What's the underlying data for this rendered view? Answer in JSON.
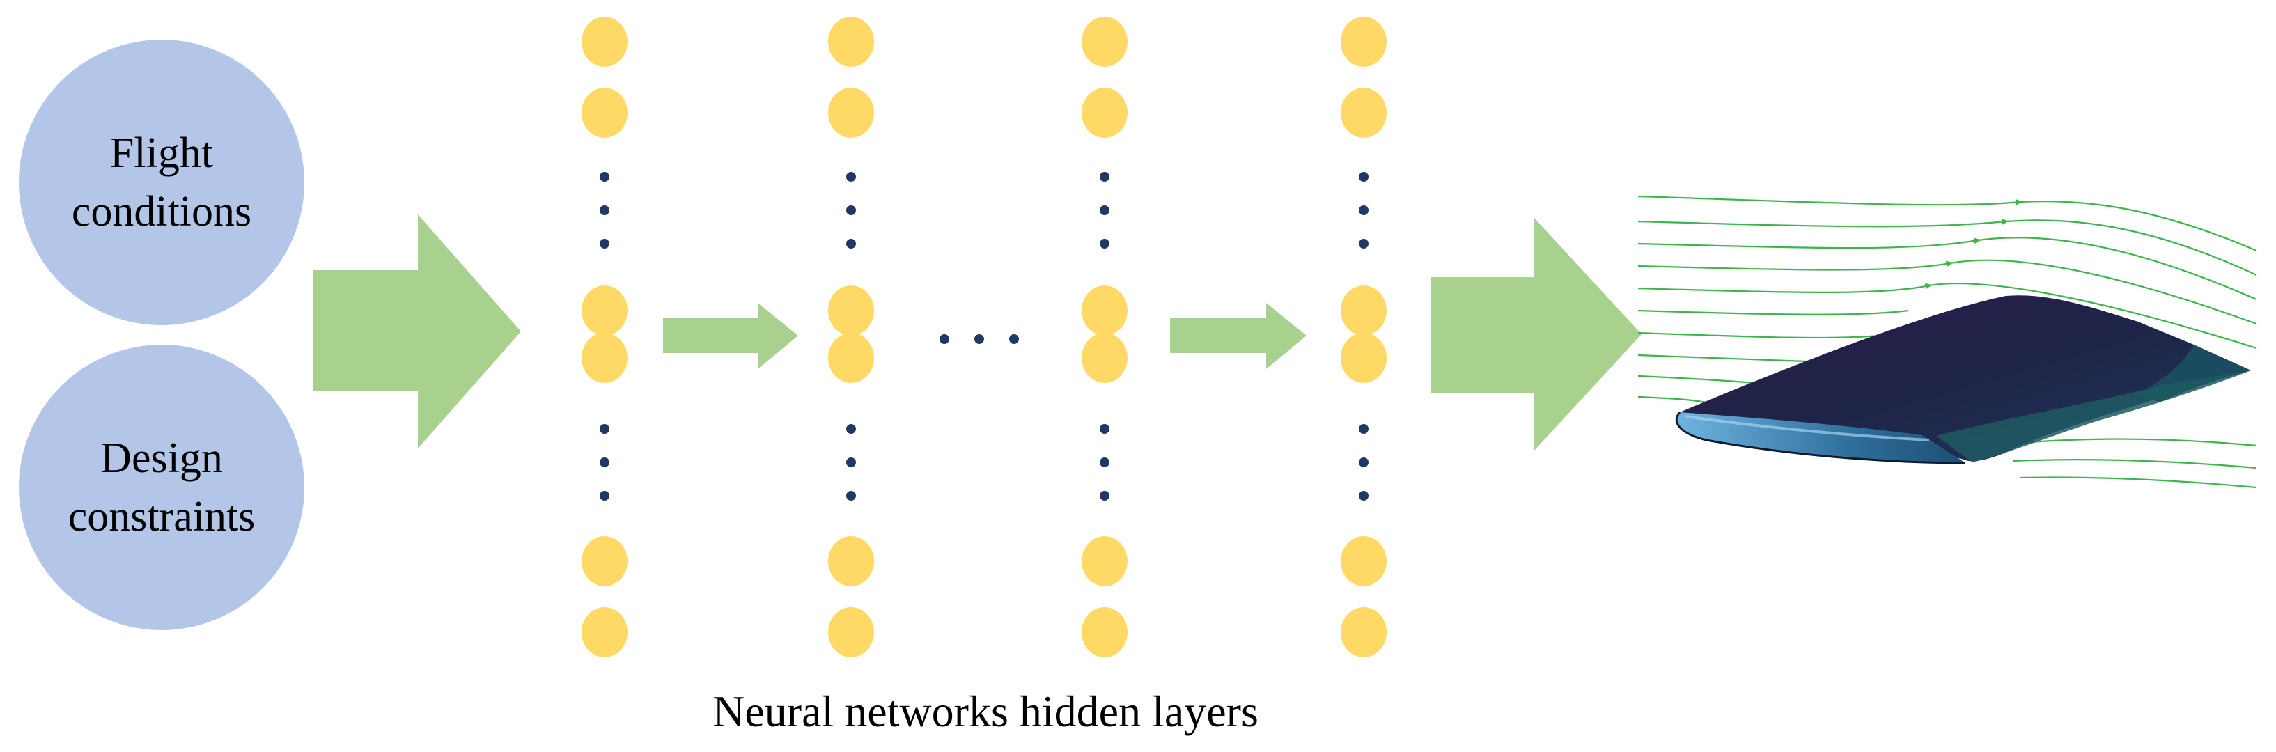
{
  "inputs": [
    {
      "lines": [
        "Flight",
        "conditions"
      ]
    },
    {
      "lines": [
        "Design",
        "constraints"
      ]
    }
  ],
  "hidden_layers_label": "Neural networks hidden layers",
  "colors": {
    "input_circle": "#b4c6e7",
    "neuron": "#ffd966",
    "arrow": "#a9d18e",
    "ellipsis_dot": "#1f3864",
    "streamline": "#3cb54a",
    "wing_dark": "#1e1f45",
    "wing_highlight": "#5fa9d6"
  },
  "icons": {
    "output": "wing-with-streamlines-icon"
  }
}
